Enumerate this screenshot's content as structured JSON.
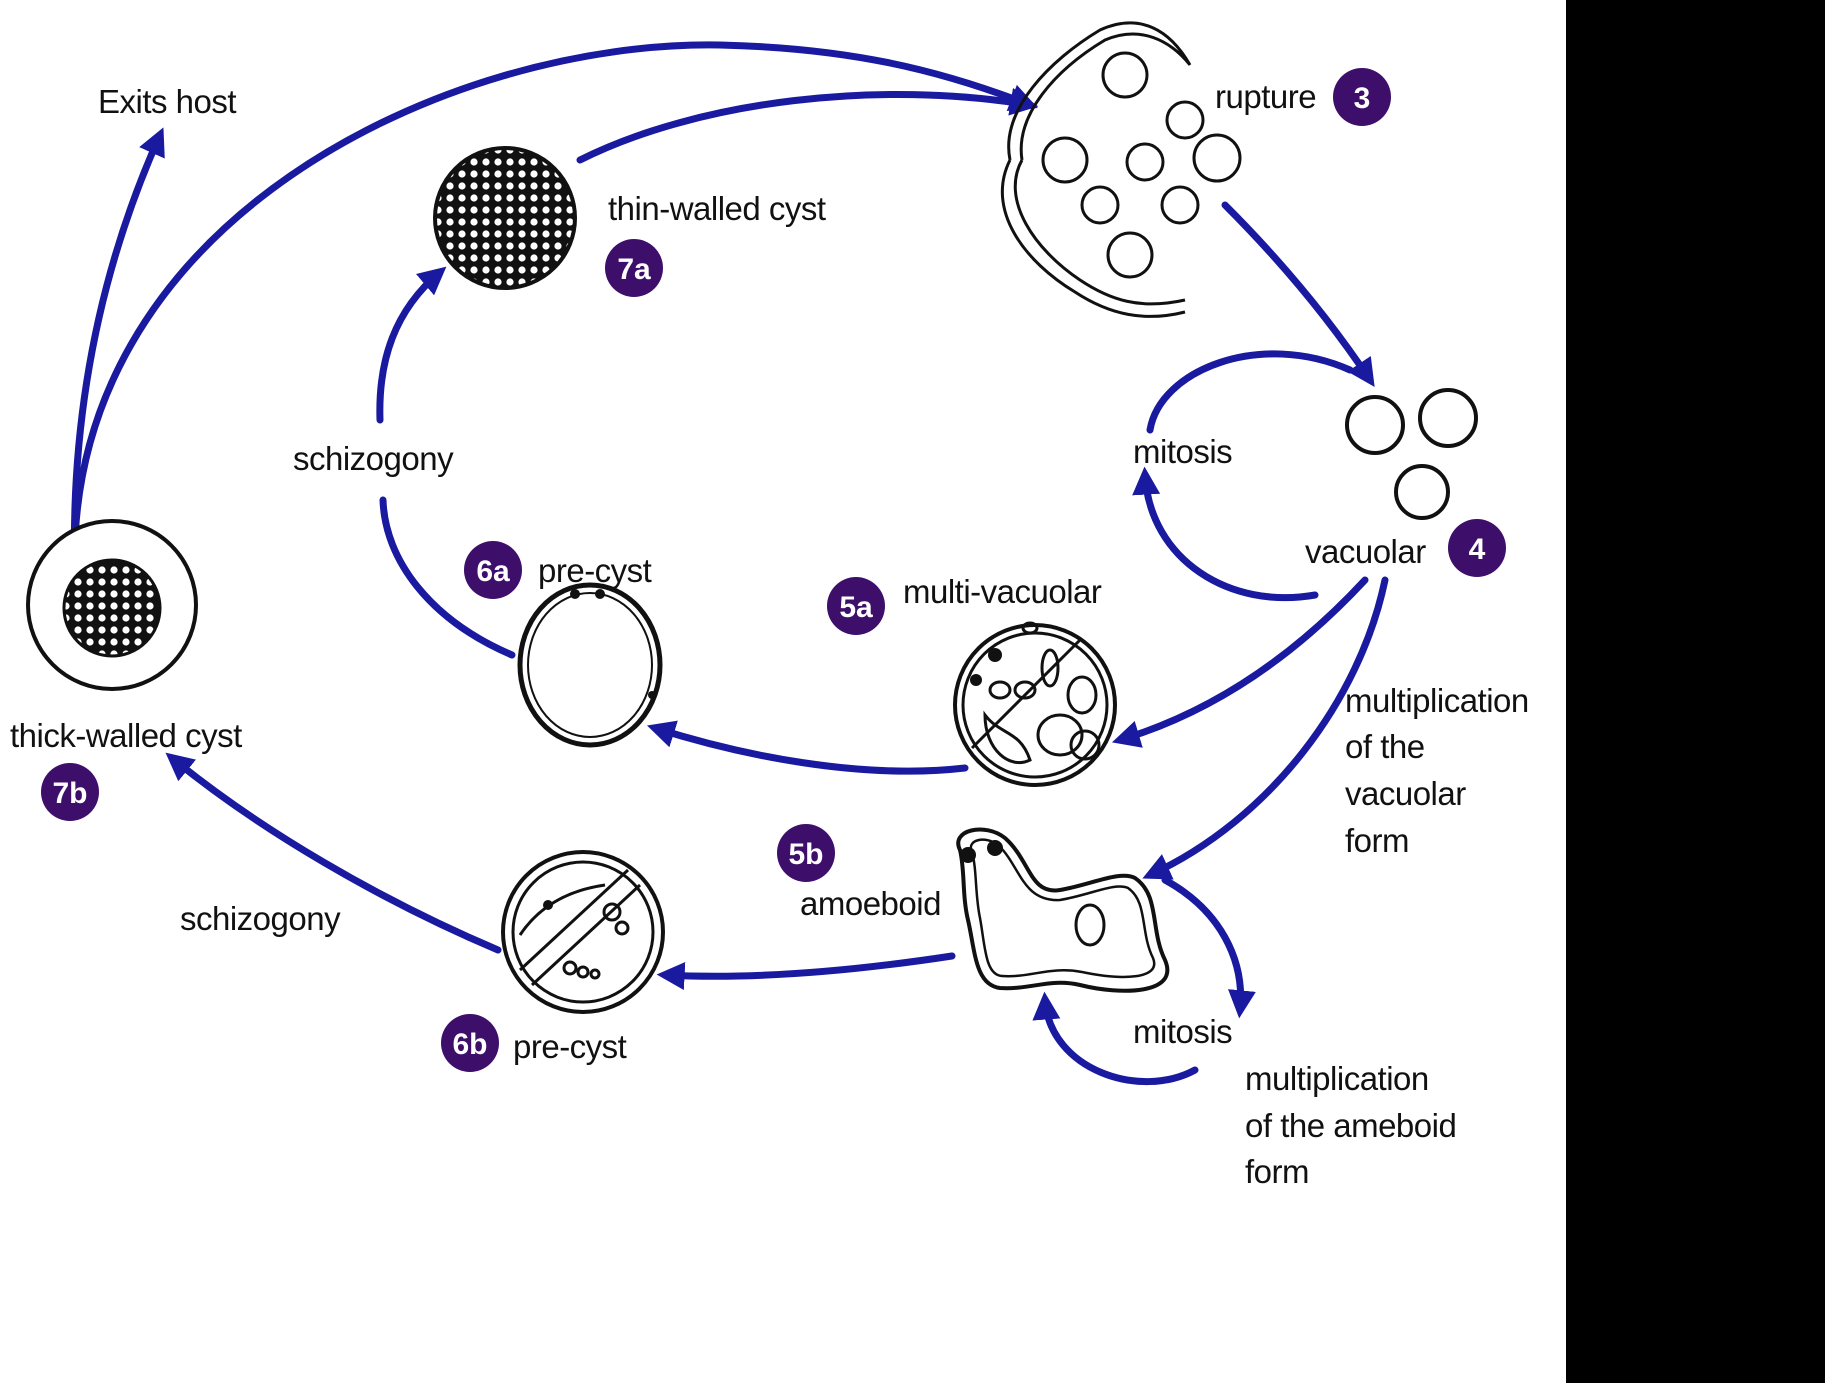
{
  "labels": {
    "exits_host": "Exits host",
    "thin_walled_cyst": "thin-walled cyst",
    "rupture": "rupture",
    "mitosis_top": "mitosis",
    "vacuolar": "vacuolar",
    "schizogony_top": "schizogony",
    "pre_cyst_a": "pre-cyst",
    "multi_vacuolar": "multi-vacuolar",
    "multiplication_vacuolar": [
      "multiplication",
      "of the",
      "vacuolar",
      "form"
    ],
    "thick_walled_cyst": "thick-walled cyst",
    "amoeboid": "amoeboid",
    "schizogony_bottom": "schizogony",
    "pre_cyst_b": "pre-cyst",
    "mitosis_bottom": "mitosis",
    "multiplication_ameboid": [
      "multiplication",
      "of the ameboid",
      "form"
    ]
  },
  "badges": {
    "b3": "3",
    "b4": "4",
    "b5a": "5a",
    "b5b": "5b",
    "b6a": "6a",
    "b6b": "6b",
    "b7a": "7a",
    "b7b": "7b"
  },
  "colors": {
    "arrow": "#1a1aa0",
    "badge": "#3d0f6b",
    "outline": "#111111"
  }
}
